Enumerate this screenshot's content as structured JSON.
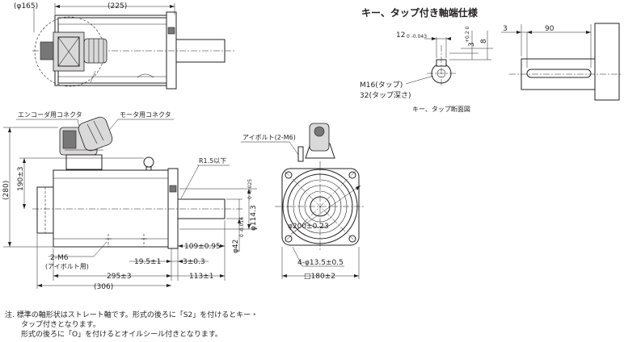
{
  "top_view": {
    "dim_diameter": "(φ165)",
    "dim_length": "(225)"
  },
  "key_detail": {
    "title": "キー、タップ付き軸端仕様",
    "key_width": "12",
    "key_width_tol": "0 -0.043",
    "key_height": "3",
    "key_height_tol": "+0.2 0",
    "key_depth": "8",
    "tap_size": "M16(タップ)",
    "tap_depth": "32(タップ深さ)",
    "section_label": "キー、タップ断面図",
    "shaft_step": "3",
    "key_length": "90"
  },
  "side_view": {
    "encoder_connector": "エンコーダ用コネクタ",
    "motor_connector": "モータ用コネクタ",
    "radius_note": "R1.5以下",
    "dim_total_height": "(280)",
    "dim_eyebolt_height": "190±3",
    "dim_flange_spigot": "φ114.3",
    "dim_flange_spigot_tol": "0 -0.025",
    "dim_shaft_dia": "φ42",
    "dim_shaft_dia_tol": "0 -0.016",
    "dim_shaft_length": "109±0.95",
    "dim_flange_thickness": "19.5±1",
    "dim_spigot_depth": "3±0.3",
    "tap_label": "2-M6",
    "tap_sub_label": "(アイボルト用)",
    "dim_body_length": "295±3",
    "dim_overall_length": "(306)",
    "dim_shaft_out": "113±1"
  },
  "front_view": {
    "eyebolt_label": "アイボルト(2-M6)",
    "dim_pcd": "φ200±0.23",
    "dim_mounting_holes": "4-φ13.5±0.5",
    "dim_square": "□180±2"
  },
  "notes": {
    "line1": "注. 標準の軸形状はストレート軸です。形式の後ろに「S2」を付けるとキー・",
    "line2": "タップ付きとなります。",
    "line3": "形式の後ろに「O」を付けるとオイルシール付きとなります。"
  }
}
